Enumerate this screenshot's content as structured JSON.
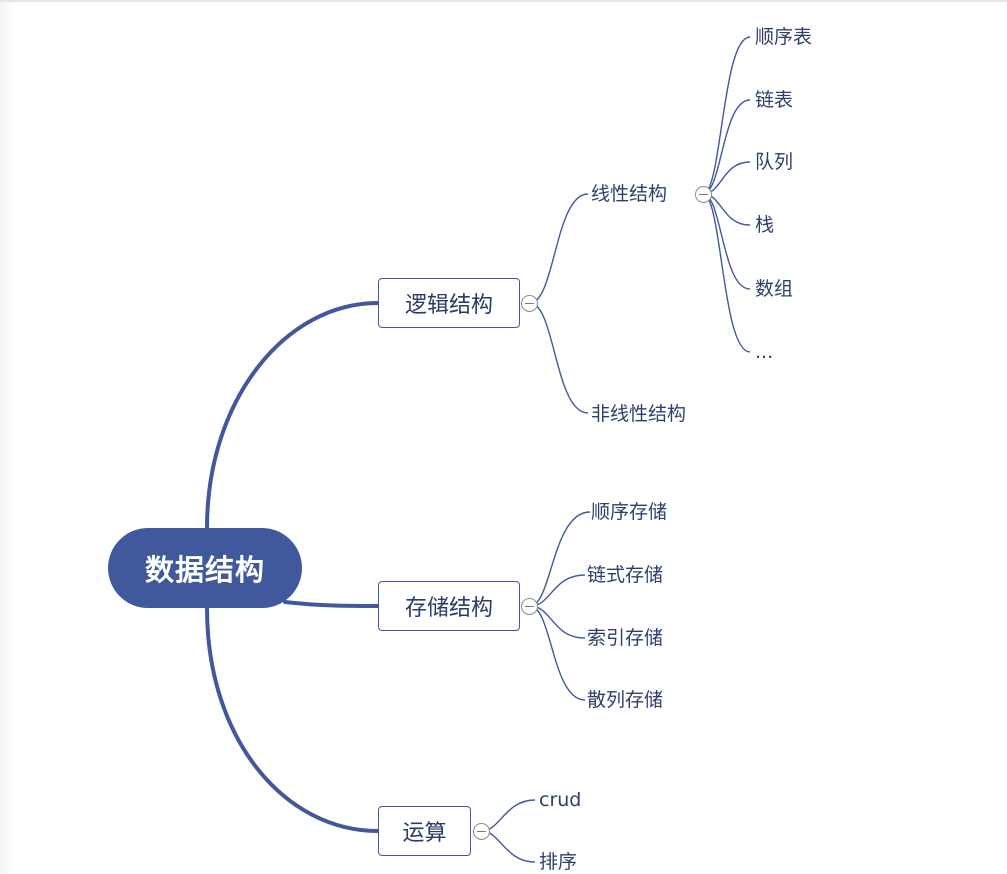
{
  "mindmap": {
    "root": {
      "label": "数据结构"
    },
    "branches": [
      {
        "label": "逻辑结构",
        "children": [
          {
            "label": "线性结构",
            "children": [
              "顺序表",
              "链表",
              "队列",
              "栈",
              "数组",
              "..."
            ]
          },
          {
            "label": "非线性结构"
          }
        ]
      },
      {
        "label": "存储结构",
        "children": [
          "顺序存储",
          "链式存储",
          "索引存储",
          "散列存储"
        ]
      },
      {
        "label": "运算",
        "children": [
          "crud",
          "排序"
        ]
      }
    ]
  },
  "colors": {
    "root_fill": "#41599c",
    "connector": "#41599c",
    "node_border": "#41599c",
    "leaf_text": "#2f3f6b",
    "toggle_border": "#8a8a8a"
  },
  "icons": {
    "collapse": "collapse-toggle-icon"
  }
}
